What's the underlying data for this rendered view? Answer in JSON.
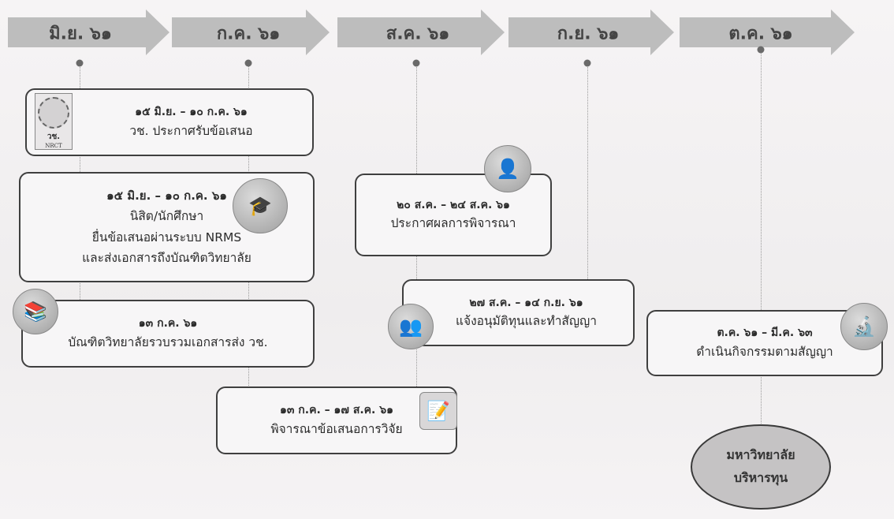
{
  "timeline": {
    "months": [
      "มิ.ย. ๖๑",
      "ก.ค. ๖๑",
      "ส.ค. ๖๑",
      "ก.ย. ๖๑",
      "ต.ค. ๖๑"
    ]
  },
  "events": {
    "announce": {
      "date": "๑๕ มิ.ย. – ๑๐ ก.ค. ๖๑",
      "desc": "วช. ประกาศรับข้อเสนอ",
      "logo_text": "วช.",
      "logo_sub": "NRCT"
    },
    "submit": {
      "date": "๑๕ มิ.ย. – ๑๐ ก.ค. ๖๑",
      "line1": "นิสิต/นักศึกษา",
      "line2": "ยื่นข้อเสนอผ่านระบบ NRMS",
      "line3": "และส่งเอกสารถึงบัณฑิตวิทยาลัย"
    },
    "collect": {
      "date": "๑๓ ก.ค. ๖๑",
      "desc": "บัณฑิตวิทยาลัยรวบรวมเอกสารส่ง วช."
    },
    "review": {
      "date": "๑๓ ก.ค. – ๑๗ ส.ค. ๖๑",
      "desc": "พิจารณาข้อเสนอการวิจัย"
    },
    "result": {
      "date": "๒๐ ส.ค. – ๒๔ ส.ค. ๖๑",
      "desc": "ประกาศผลการพิจารณา"
    },
    "approve": {
      "date": "๒๗ ส.ค. – ๑๔ ก.ย. ๖๑",
      "desc": "แจ้งอนุมัติทุนและทำสัญญา"
    },
    "execute": {
      "date": "ต.ค. ๖๑ – มี.ค. ๖๓",
      "desc": "ดำเนินกิจกรรมตามสัญญา"
    }
  },
  "university": {
    "line1": "มหาวิทยาลัย",
    "line2": "บริหารทุน"
  },
  "icons": [
    "nrct-logo-icon",
    "graduates-icon",
    "books-icon",
    "document-pen-icon",
    "person-icon",
    "meeting-icon",
    "scientist-icon"
  ]
}
